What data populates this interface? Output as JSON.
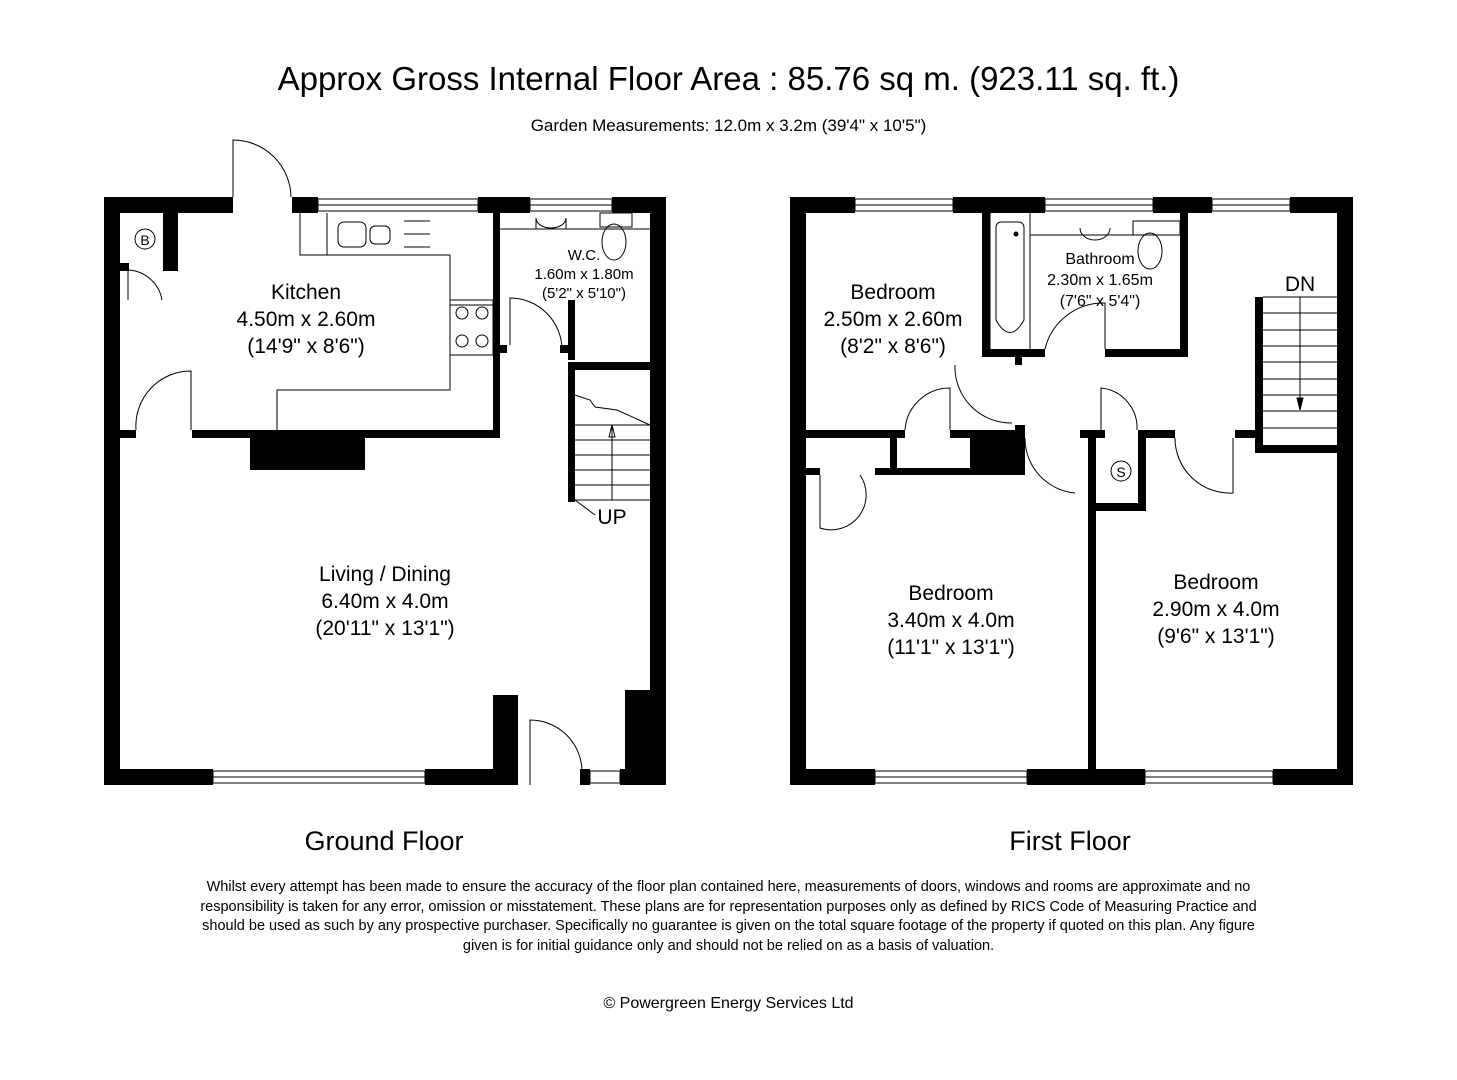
{
  "header": {
    "title": "Approx Gross Internal Floor Area : 85.76 sq m. (923.11 sq. ft.)",
    "garden": "Garden Measurements: 12.0m x 3.2m (39'4\" x 10'5\")"
  },
  "ground_floor": {
    "label": "Ground Floor",
    "rooms": [
      {
        "name": "Kitchen",
        "metric": "4.50m x 2.60m",
        "imperial": "(14'9\" x 8'6\")"
      },
      {
        "name": "W.C.",
        "metric": "1.60m x 1.80m",
        "imperial": "(5'2\" x 5'10\")"
      },
      {
        "name": "Living / Dining",
        "metric": "6.40m x 4.0m",
        "imperial": "(20'11\" x 13'1\")"
      }
    ],
    "boiler_symbol": "B",
    "stairs_label": "UP"
  },
  "first_floor": {
    "label": "First Floor",
    "rooms": [
      {
        "name": "Bedroom",
        "metric": "2.50m x 2.60m",
        "imperial": "(8'2\" x 8'6\")"
      },
      {
        "name": "Bathroom",
        "metric": "2.30m x 1.65m",
        "imperial": "(7'6\" x 5'4\")"
      },
      {
        "name": "Bedroom",
        "metric": "3.40m x 4.0m",
        "imperial": "(11'1\" x 13'1\")"
      },
      {
        "name": "Bedroom",
        "metric": "2.90m x 4.0m",
        "imperial": "(9'6\" x 13'1\")"
      }
    ],
    "storage_symbol": "S",
    "stairs_label": "DN"
  },
  "footer": {
    "disclaimer": "Whilst every attempt has been made to ensure the accuracy of the floor plan contained here, measurements of doors, windows and rooms are approximate and no responsibility is taken for any error, omission or misstatement. These plans are for representation purposes only as defined by RICS Code of Measuring Practice and should be used as such by any prospective purchaser. Specifically no guarantee is given on the total square footage of the property if quoted on this plan. Any figure given is for initial guidance only and should not be relied on as a basis of valuation.",
    "copyright": "© Powergreen Energy Services Ltd"
  }
}
